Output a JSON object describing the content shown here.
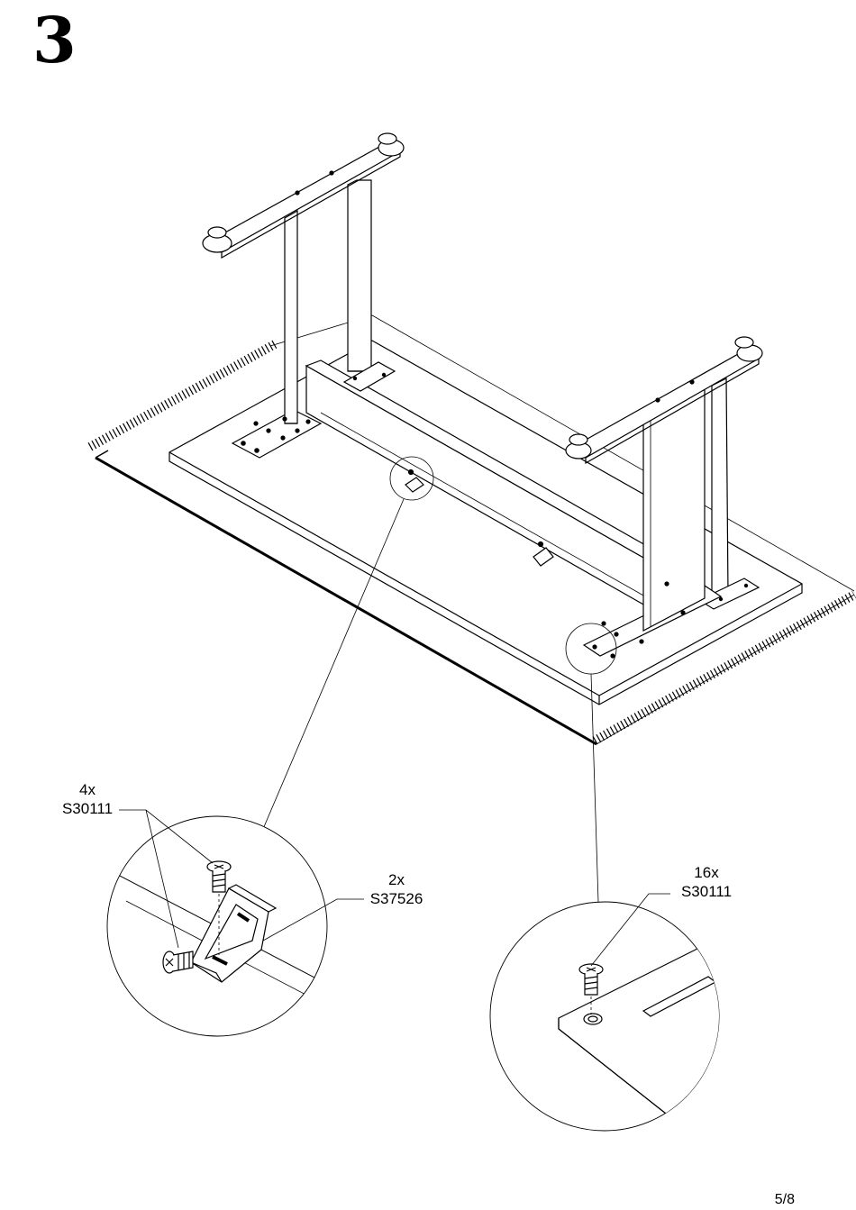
{
  "step": {
    "number": "3"
  },
  "callouts": {
    "bracket_screws": {
      "quantity": "4x",
      "part_code": "S30111"
    },
    "bracket": {
      "quantity": "2x",
      "part_code": "S37526"
    },
    "plate_screws": {
      "quantity": "16x",
      "part_code": "S30111"
    }
  },
  "footer": {
    "page_number": "5/8"
  }
}
